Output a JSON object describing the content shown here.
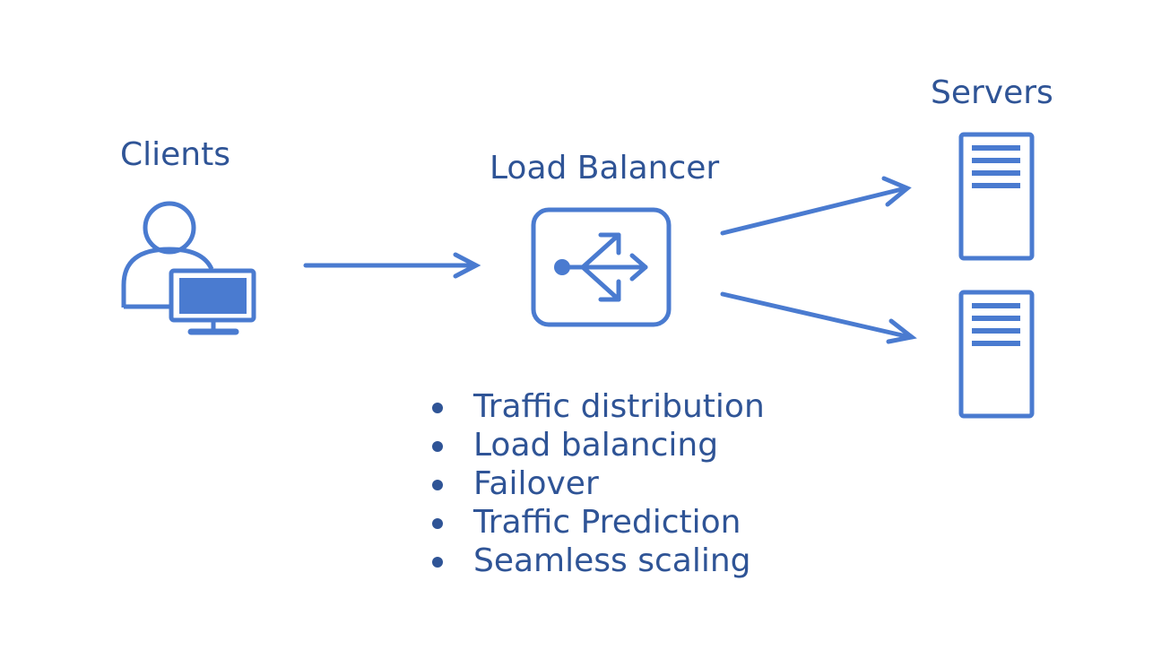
{
  "diagram": {
    "clients_label": "Clients",
    "load_balancer_label": "Load Balancer",
    "servers_label": "Servers",
    "features": [
      "Traffic distribution",
      "Load balancing",
      "Failover",
      "Traffic Prediction",
      "Seamless scaling"
    ],
    "colors": {
      "icon": "#4a7bd0",
      "text": "#2f5496",
      "background": "#ffffff"
    },
    "icons": [
      "user-with-monitor-icon",
      "load-balancer-icon",
      "server-icon"
    ]
  }
}
